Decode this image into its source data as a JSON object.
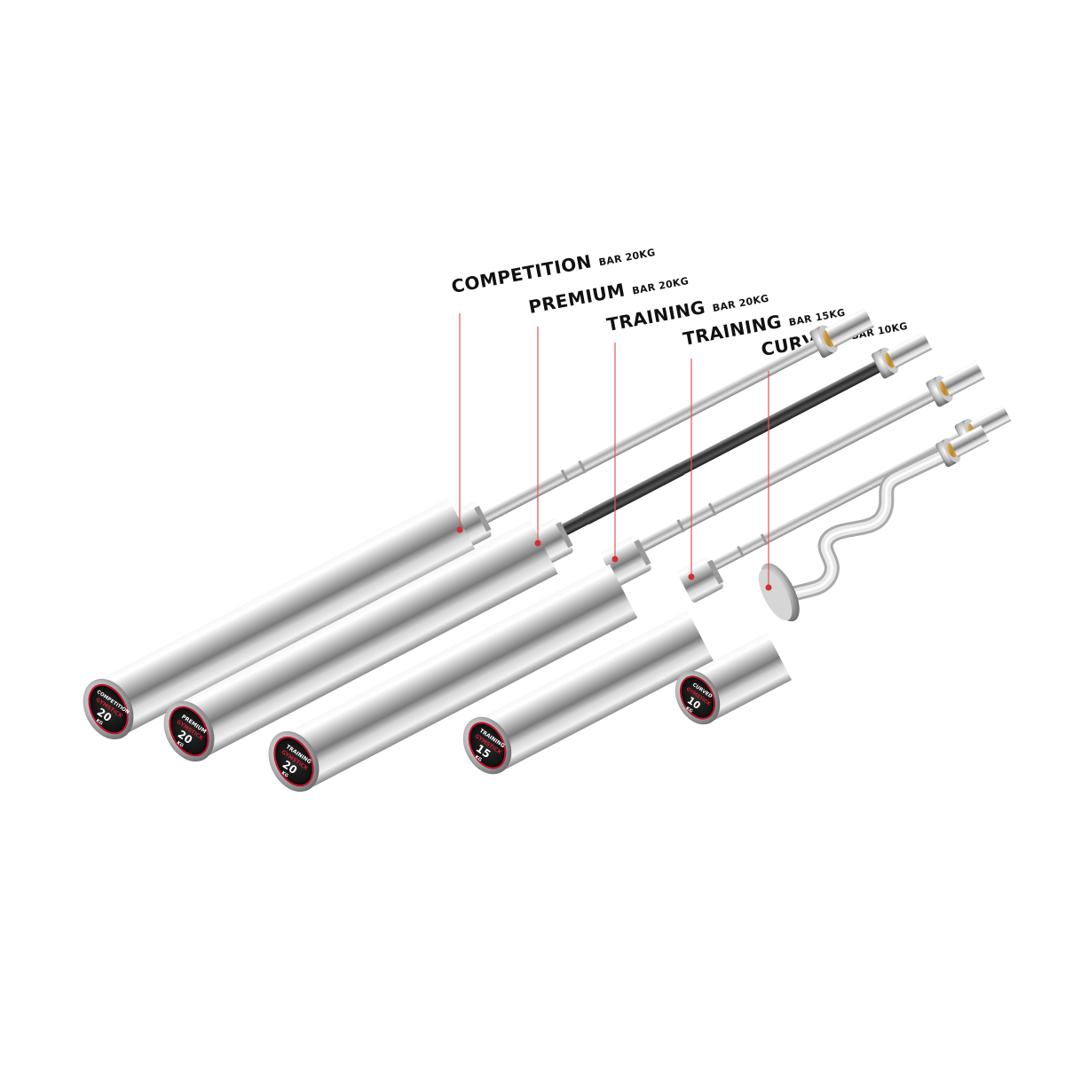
{
  "bars": [
    {
      "name": "COMPETITION",
      "spec": "BAR 20KG",
      "cap_type": "COMPETITION",
      "cap_brand": "GYMSTICK",
      "cap_weight": "20",
      "cap_unit": "KG",
      "shaft_tone": "silver",
      "cap_ring_color": "#c8102e"
    },
    {
      "name": "PREMIUM",
      "spec": "BAR 20KG",
      "cap_type": "PREMIUM",
      "cap_brand": "GYMSTICK",
      "cap_weight": "20",
      "cap_unit": "KG",
      "shaft_tone": "black",
      "cap_ring_color": "#c8102e"
    },
    {
      "name": "TRAINING",
      "spec": "BAR 20KG",
      "cap_type": "TRAINING",
      "cap_brand": "GYMSTICK",
      "cap_weight": "20",
      "cap_unit": "KG",
      "shaft_tone": "silver",
      "cap_ring_color": "#c8102e"
    },
    {
      "name": "TRAINING",
      "spec": "BAR 15KG",
      "cap_type": "TRAINING",
      "cap_brand": "GYMSTICK",
      "cap_weight": "15",
      "cap_unit": "KG",
      "shaft_tone": "silver",
      "cap_ring_color": "#c8102e"
    },
    {
      "name": "CURVED",
      "spec": "BAR 10KG",
      "cap_type": "CURVED",
      "cap_brand": "GYMSTICK",
      "cap_weight": "10",
      "cap_unit": "KG",
      "shaft_tone": "silver",
      "cap_ring_color": "#c8102e"
    }
  ],
  "colors": {
    "label_text": "#111111",
    "leader_line": "#e0585b",
    "leader_dot": "#d32f2f",
    "bronze_bushing": "#c99a3c",
    "cap_face": "#1a1a1a",
    "brand_red": "#d0212f"
  }
}
